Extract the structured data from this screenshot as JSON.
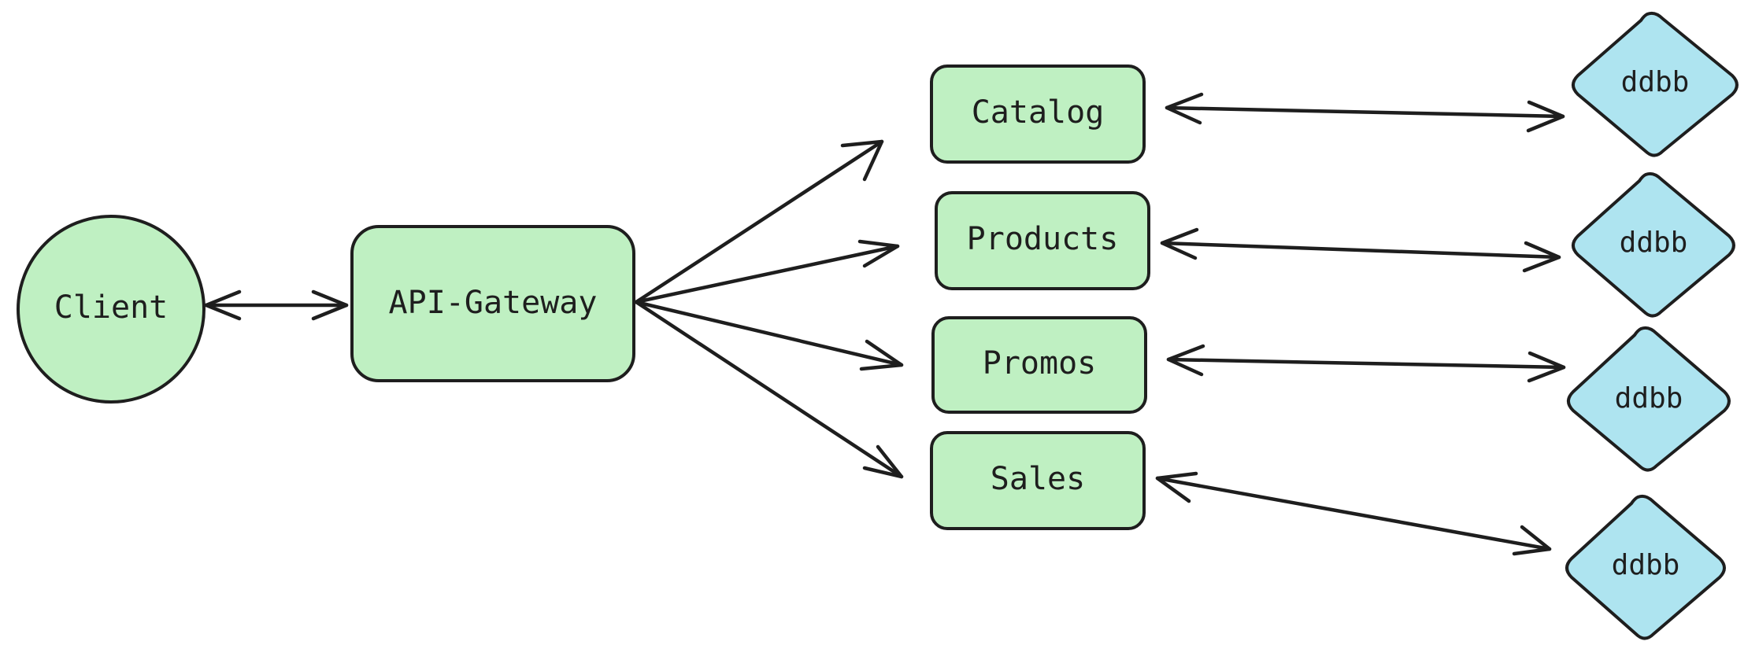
{
  "colors": {
    "service_fill": "#bff0c2",
    "database_fill": "#aee4f0",
    "stroke": "#1e1e1e"
  },
  "nodes": {
    "client": {
      "label": "Client"
    },
    "gateway": {
      "label": "API-Gateway"
    },
    "catalog": {
      "label": "Catalog"
    },
    "products": {
      "label": "Products"
    },
    "promos": {
      "label": "Promos"
    },
    "sales": {
      "label": "Sales"
    },
    "db_catalog": {
      "label": "ddbb"
    },
    "db_products": {
      "label": "ddbb"
    },
    "db_promos": {
      "label": "ddbb"
    },
    "db_sales": {
      "label": "ddbb"
    }
  },
  "edges": [
    {
      "from": "client",
      "to": "gateway",
      "direction": "both"
    },
    {
      "from": "gateway",
      "to": "catalog",
      "direction": "forward"
    },
    {
      "from": "gateway",
      "to": "products",
      "direction": "forward"
    },
    {
      "from": "gateway",
      "to": "promos",
      "direction": "forward"
    },
    {
      "from": "gateway",
      "to": "sales",
      "direction": "forward"
    },
    {
      "from": "catalog",
      "to": "db_catalog",
      "direction": "both"
    },
    {
      "from": "products",
      "to": "db_products",
      "direction": "both"
    },
    {
      "from": "promos",
      "to": "db_promos",
      "direction": "both"
    },
    {
      "from": "sales",
      "to": "db_sales",
      "direction": "both"
    }
  ]
}
